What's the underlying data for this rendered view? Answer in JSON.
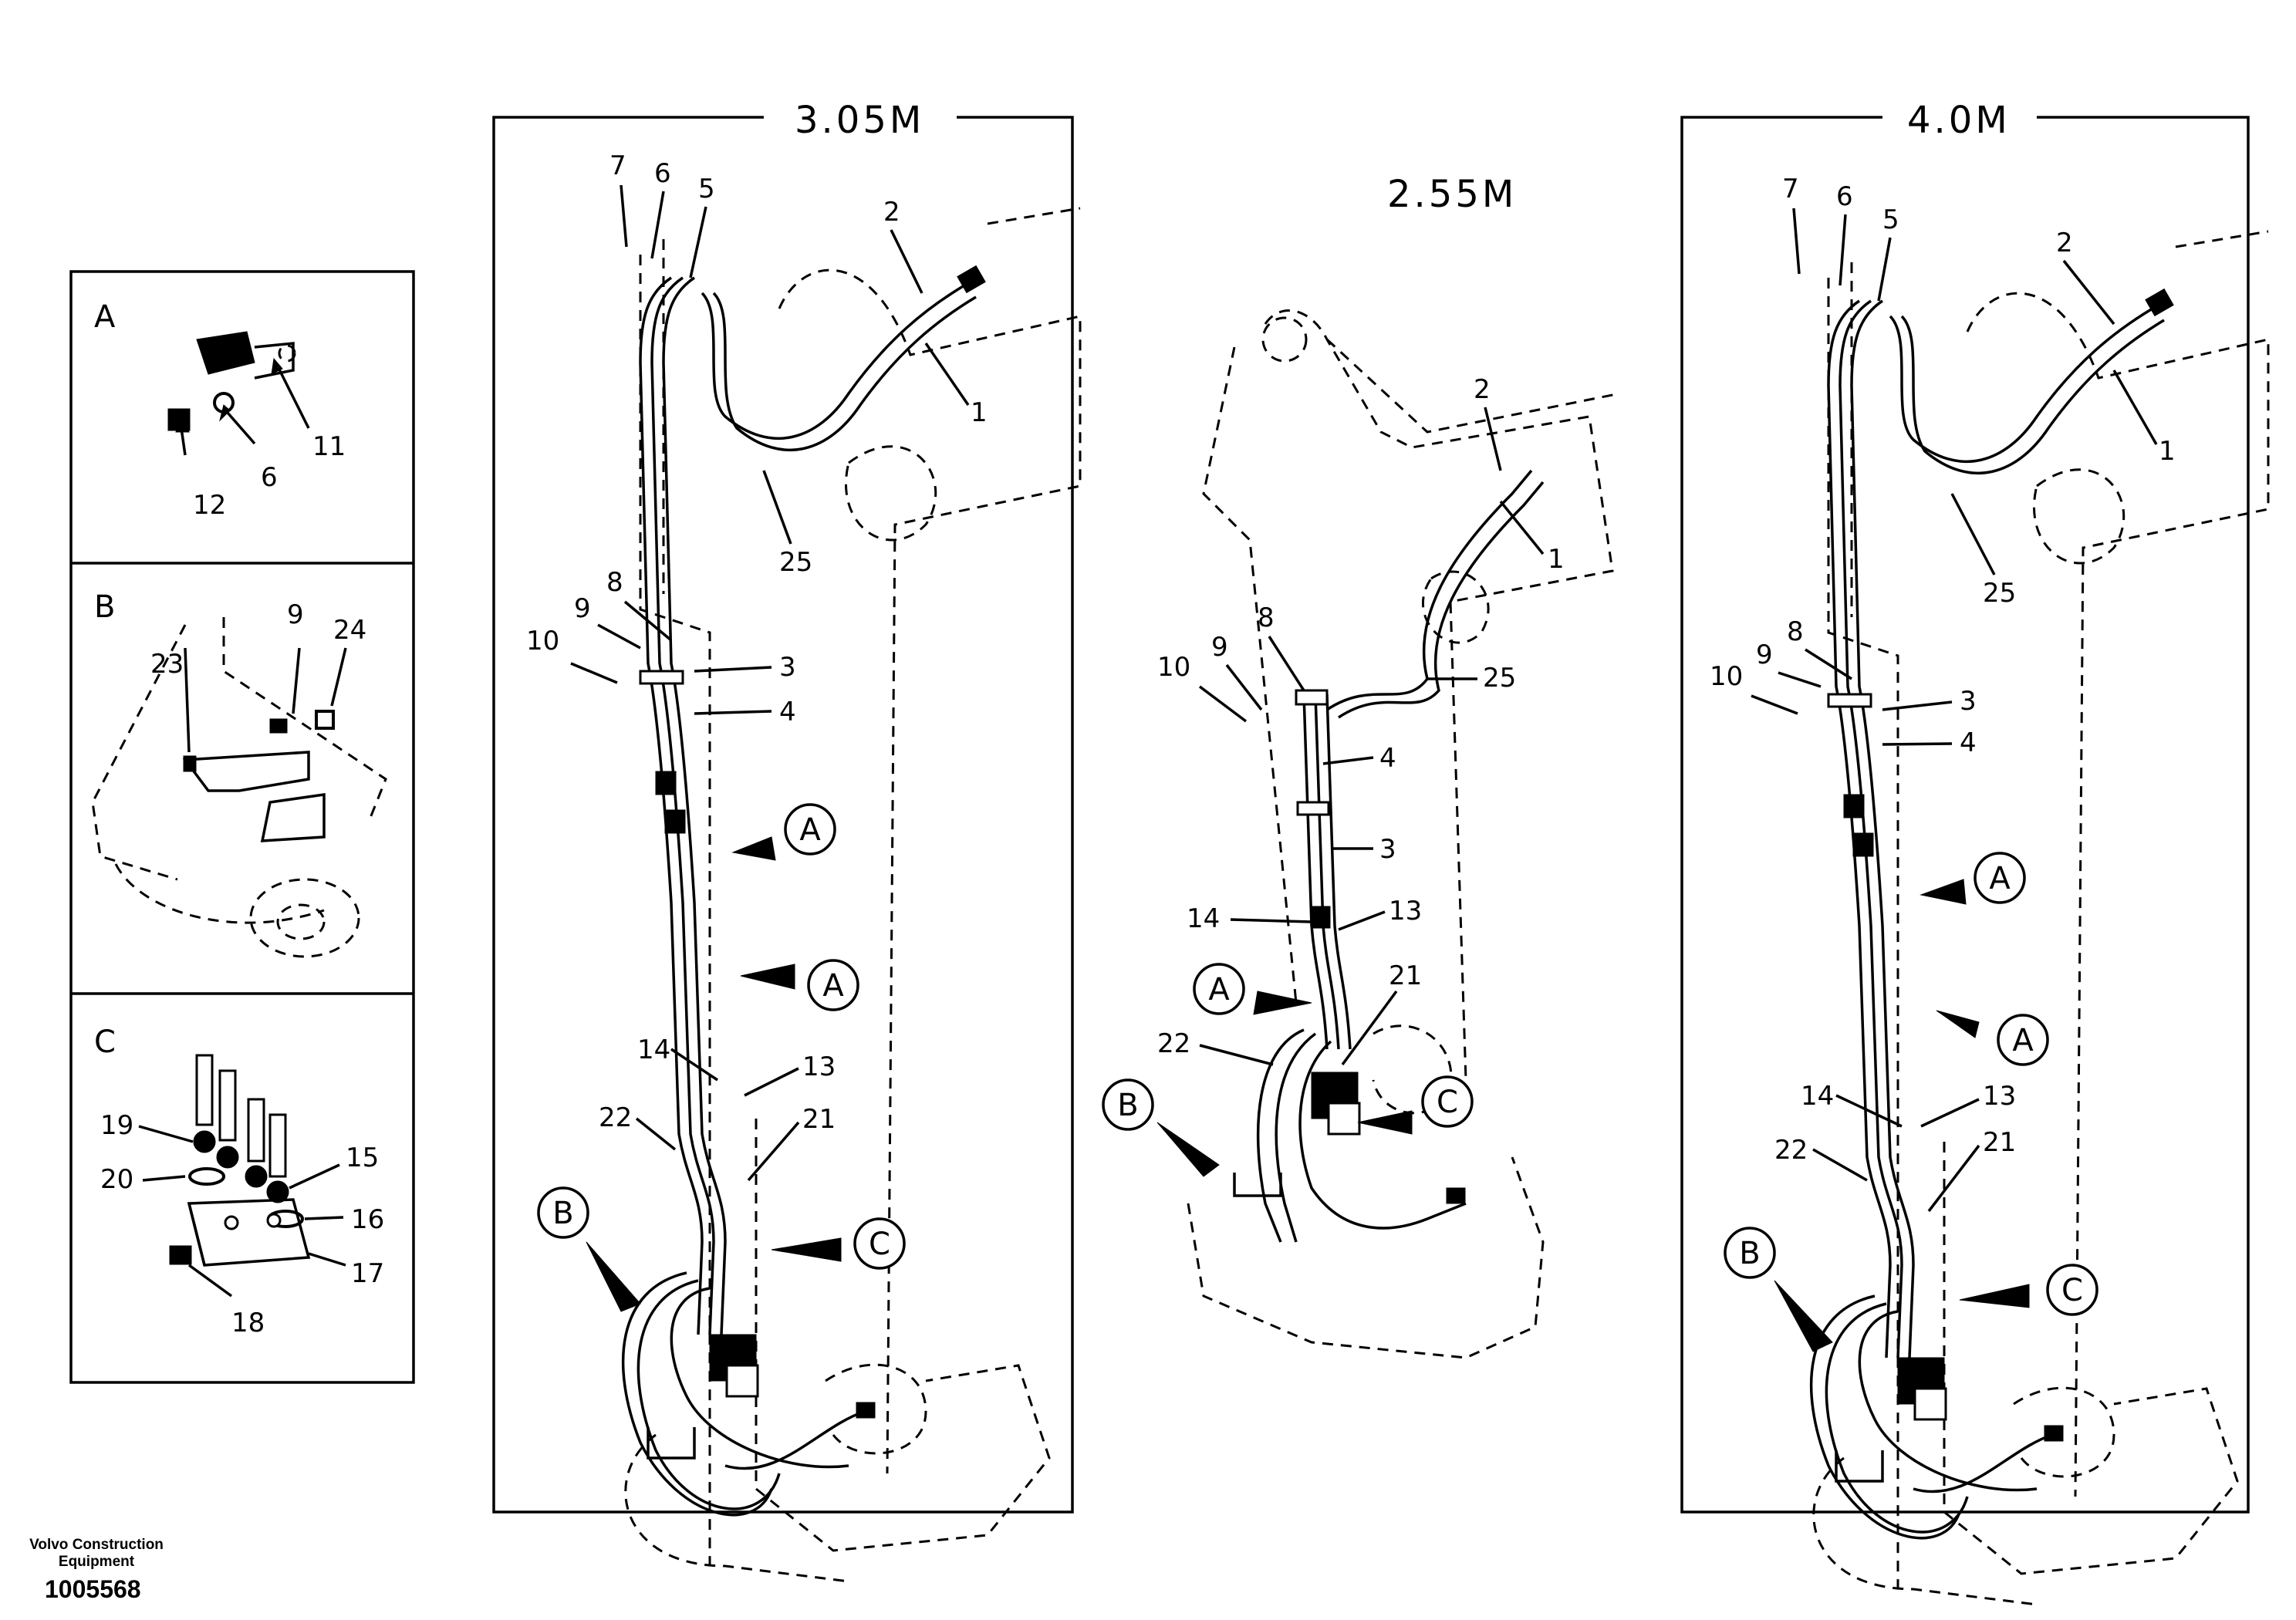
{
  "footer": {
    "company": "Volvo Construction Equipment",
    "doc_number": "1005568"
  },
  "details": {
    "A": {
      "label": "A",
      "callouts": {
        "c11": "11",
        "c6": "6",
        "c12": "12"
      }
    },
    "B": {
      "label": "B",
      "callouts": {
        "c9": "9",
        "c24": "24",
        "c23": "23"
      }
    },
    "C": {
      "label": "C",
      "callouts": {
        "c19": "19",
        "c20": "20",
        "c15": "15",
        "c16": "16",
        "c17": "17",
        "c18": "18"
      }
    }
  },
  "views": {
    "v305": {
      "title": "3.05M",
      "callouts": {
        "c7": "7",
        "c6": "6",
        "c5": "5",
        "c2": "2",
        "c1": "1",
        "c25": "25",
        "c8": "8",
        "c9": "9",
        "c10": "10",
        "c3": "3",
        "c4": "4",
        "c14": "14",
        "c13": "13",
        "c22": "22",
        "c21": "21",
        "refA1": "A",
        "refA2": "A",
        "refB": "B",
        "refC": "C"
      }
    },
    "v255": {
      "title": "2.55M",
      "callouts": {
        "c2": "2",
        "c1": "1",
        "c8": "8",
        "c9": "9",
        "c10": "10",
        "c25": "25",
        "c4": "4",
        "c3": "3",
        "c14": "14",
        "c13": "13",
        "c21": "21",
        "c22": "22",
        "refA": "A",
        "refB": "B",
        "refC": "C"
      }
    },
    "v40": {
      "title": "4.0M",
      "callouts": {
        "c7": "7",
        "c6": "6",
        "c5": "5",
        "c2": "2",
        "c1": "1",
        "c25": "25",
        "c8": "8",
        "c9": "9",
        "c10": "10",
        "c3": "3",
        "c4": "4",
        "c14": "14",
        "c13": "13",
        "c22": "22",
        "c21": "21",
        "refA1": "A",
        "refA2": "A",
        "refB": "B",
        "refC": "C"
      }
    }
  }
}
